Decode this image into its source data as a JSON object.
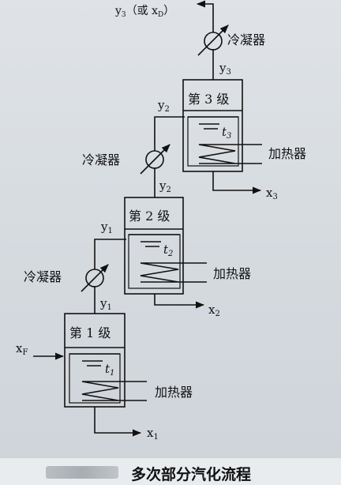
{
  "caption": "多次部分汽化流程",
  "stages": [
    {
      "title": "第 1 级",
      "temp_label": "t",
      "temp_sub": "1",
      "heater_label": "加热器",
      "liquid_label": "x",
      "liquid_sub": "1"
    },
    {
      "title": "第 2 级",
      "temp_label": "t",
      "temp_sub": "2",
      "heater_label": "加热器",
      "liquid_label": "x",
      "liquid_sub": "2"
    },
    {
      "title": "第 3 级",
      "temp_label": "t",
      "temp_sub": "3",
      "heater_label": "加热器",
      "liquid_label": "x",
      "liquid_sub": "3"
    }
  ],
  "condensers": [
    {
      "label": "冷凝器"
    },
    {
      "label": "冷凝器"
    },
    {
      "label": "冷凝器"
    }
  ],
  "streams": {
    "feed": {
      "label": "x",
      "sub": "F"
    },
    "y1_top": {
      "label": "y",
      "sub": "1"
    },
    "y1_bottom": {
      "label": "y",
      "sub": "1"
    },
    "y2_top": {
      "label": "y",
      "sub": "2"
    },
    "y2_bottom": {
      "label": "y",
      "sub": "2"
    },
    "y3_mid": {
      "label": "y",
      "sub": "3"
    },
    "final": {
      "pre": "y",
      "sub": "3",
      "mid": "（或 x",
      "sub2": "D",
      "post": "）"
    }
  },
  "colors": {
    "line": "#111111",
    "background": "#d8dde2"
  }
}
